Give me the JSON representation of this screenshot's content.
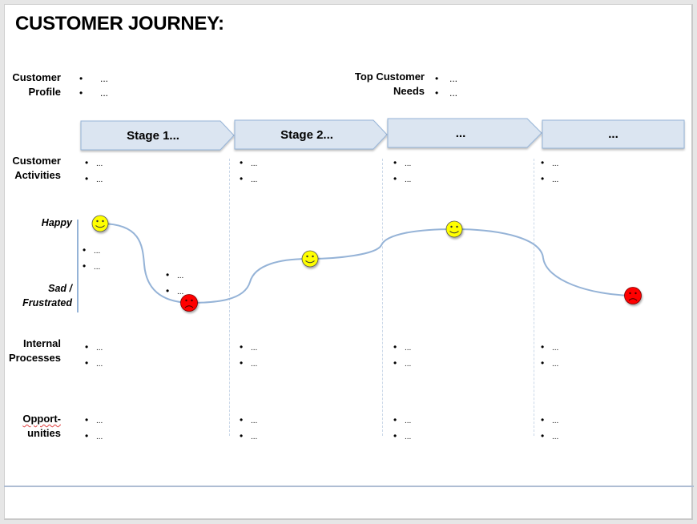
{
  "title": "CUSTOMER JOURNEY:",
  "profile": {
    "label_line1": "Customer",
    "label_line2": "Profile",
    "items": [
      "...",
      "..."
    ]
  },
  "needs": {
    "label_line1": "Top Customer",
    "label_line2": "Needs",
    "items": [
      "...",
      "..."
    ]
  },
  "stages": [
    {
      "label": "Stage 1..."
    },
    {
      "label": "Stage 2..."
    },
    {
      "label": "..."
    },
    {
      "label": "..."
    }
  ],
  "rows": {
    "activities": {
      "label_line1": "Customer",
      "label_line2": "Activities",
      "columns": [
        [
          "...",
          "..."
        ],
        [
          "...",
          "..."
        ],
        [
          "...",
          "..."
        ],
        [
          "...",
          "..."
        ]
      ]
    },
    "emotion": {
      "happy_label": "Happy",
      "sad_label_line1": "Sad /",
      "sad_label_line2": "Frustrated",
      "notes": [
        [
          "...",
          "..."
        ],
        [
          "...",
          "..."
        ]
      ]
    },
    "processes": {
      "label_line1": "Internal",
      "label_line2": "Processes",
      "columns": [
        [
          "...",
          "..."
        ],
        [
          "...",
          "..."
        ],
        [
          "...",
          "..."
        ],
        [
          "...",
          "..."
        ]
      ]
    },
    "opportunities": {
      "label_line1": "Opport-",
      "label_line2": "unities",
      "columns": [
        [
          "...",
          "..."
        ],
        [
          "...",
          "..."
        ],
        [
          "...",
          "..."
        ],
        [
          "...",
          "..."
        ]
      ]
    }
  },
  "emotion_points": [
    {
      "stage": 1,
      "mood": "happy"
    },
    {
      "stage": 1,
      "mood": "sad"
    },
    {
      "stage": 2,
      "mood": "happy"
    },
    {
      "stage": 3,
      "mood": "happy"
    },
    {
      "stage": 4,
      "mood": "sad"
    }
  ],
  "colors": {
    "stage_fill": "#dbe5f1",
    "stage_border": "#95b3d7",
    "curve": "#95b3d7",
    "happy": "#ffff00",
    "sad": "#ff0000",
    "footer_line": "#aebdd3"
  }
}
